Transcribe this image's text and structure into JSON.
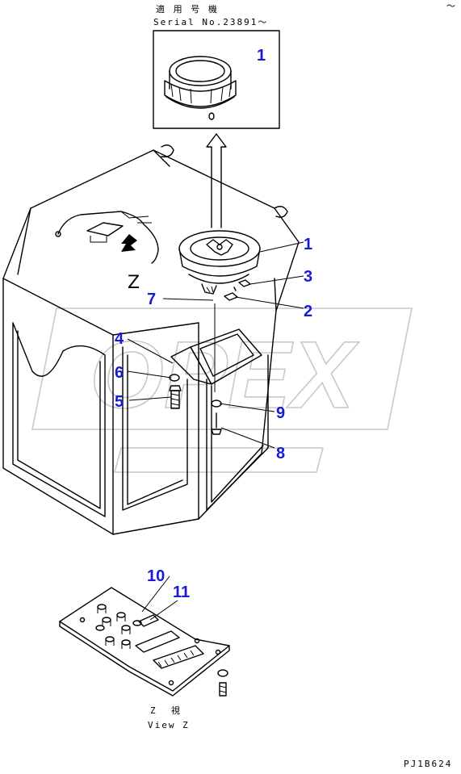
{
  "header": {
    "applicable_label": "適 用 号 機",
    "serial_label": "Serial No.23891～",
    "corner_mark": "～"
  },
  "watermark": {
    "text": "OPEX"
  },
  "view": {
    "z_marker": "Z",
    "caption_jp": "Z  視",
    "caption_en": "View Z"
  },
  "callouts": [
    {
      "id": "callout-1-top",
      "label": "1"
    },
    {
      "id": "callout-1",
      "label": "1"
    },
    {
      "id": "callout-3",
      "label": "3"
    },
    {
      "id": "callout-7",
      "label": "7"
    },
    {
      "id": "callout-2",
      "label": "2"
    },
    {
      "id": "callout-4",
      "label": "4"
    },
    {
      "id": "callout-6",
      "label": "6"
    },
    {
      "id": "callout-9",
      "label": "9"
    },
    {
      "id": "callout-5",
      "label": "5"
    },
    {
      "id": "callout-8",
      "label": "8"
    },
    {
      "id": "callout-10",
      "label": "10"
    },
    {
      "id": "callout-11",
      "label": "11"
    }
  ],
  "drawing_code": "PJ1B624"
}
